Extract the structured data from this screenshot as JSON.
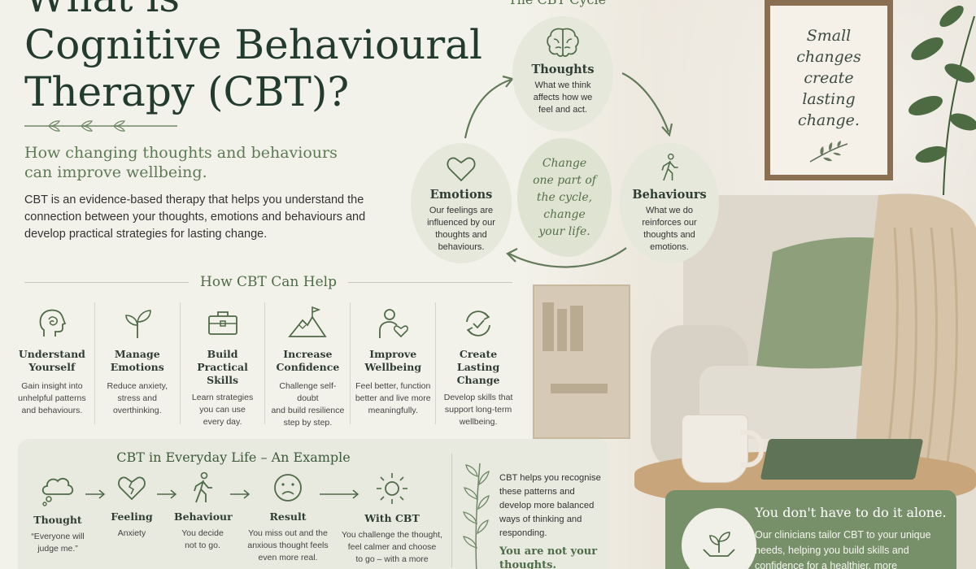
{
  "title": "What is\nCognitive Behavioural\nTherapy (CBT)?",
  "subtitle": "How changing thoughts and behaviours can improve wellbeing.",
  "intro": "CBT is an evidence-based therapy that helps you understand the connection between your thoughts, emotions and behaviours and develop practical strategies for lasting change.",
  "help": {
    "heading": "How CBT Can Help",
    "items": [
      {
        "title": "Understand\nYourself",
        "desc": "Gain insight into\nunhelpful patterns\nand behaviours.",
        "icon": "head-thoughts-icon"
      },
      {
        "title": "Manage\nEmotions",
        "desc": "Reduce anxiety,\nstress and\noverthinking.",
        "icon": "sprout-icon"
      },
      {
        "title": "Build Practical\nSkills",
        "desc": "Learn strategies\nyou can use\nevery day.",
        "icon": "toolbox-icon"
      },
      {
        "title": "Increase\nConfidence",
        "desc": "Challenge self-doubt\nand build resilience\nstep by step.",
        "icon": "mountain-flag-icon"
      },
      {
        "title": "Improve\nWellbeing",
        "desc": "Feel better, function\nbetter and live more\nmeaningfully.",
        "icon": "person-heart-icon"
      },
      {
        "title": "Create Lasting\nChange",
        "desc": "Develop skills that\nsupport long-term\nwellbeing.",
        "icon": "cycle-check-icon"
      }
    ]
  },
  "cycle": {
    "title": "The CBT Cycle",
    "thoughts": {
      "title": "Thoughts",
      "desc": "What we think\naffects how we\nfeel and act."
    },
    "emotions": {
      "title": "Emotions",
      "desc": "Our feelings are\ninfluenced by our\nthoughts and\nbehaviours."
    },
    "behaviours": {
      "title": "Behaviours",
      "desc": "What we do\nreinforces our\nthoughts and\nemotions."
    },
    "center": "Change\none part of\nthe cycle,\nchange\nyour life."
  },
  "frame": {
    "text": "Small\nchanges\ncreate\nlasting\nchange."
  },
  "example": {
    "title": "CBT in Everyday Life – An Example",
    "steps": [
      {
        "label": "Thought",
        "desc": "“Everyone will\njudge me.”",
        "icon": "thought-cloud-icon"
      },
      {
        "label": "Feeling",
        "desc": "Anxiety",
        "icon": "broken-heart-icon"
      },
      {
        "label": "Behaviour",
        "desc": "You decide\nnot to go.",
        "icon": "walking-person-icon"
      },
      {
        "label": "Result",
        "desc": "You miss out and the\nanxious thought feels\neven more real.",
        "icon": "sad-face-icon"
      },
      {
        "label": "With CBT",
        "desc": "You challenge the thought,\nfeel calmer and choose\nto go – with a more",
        "icon": "sun-icon"
      }
    ],
    "side_text": "CBT helps you recognise these patterns and develop more balanced ways of thinking and responding.",
    "side_quote": "You are not your thoughts."
  },
  "card": {
    "title": "You don't have to do it alone.",
    "text": "Our clinicians tailor CBT to your unique needs, helping you build skills and confidence for a healthier, more"
  },
  "colors": {
    "accent": "#5e7a55",
    "dark": "#233b2e",
    "card": "#78906a",
    "panel": "#e8eadf"
  }
}
